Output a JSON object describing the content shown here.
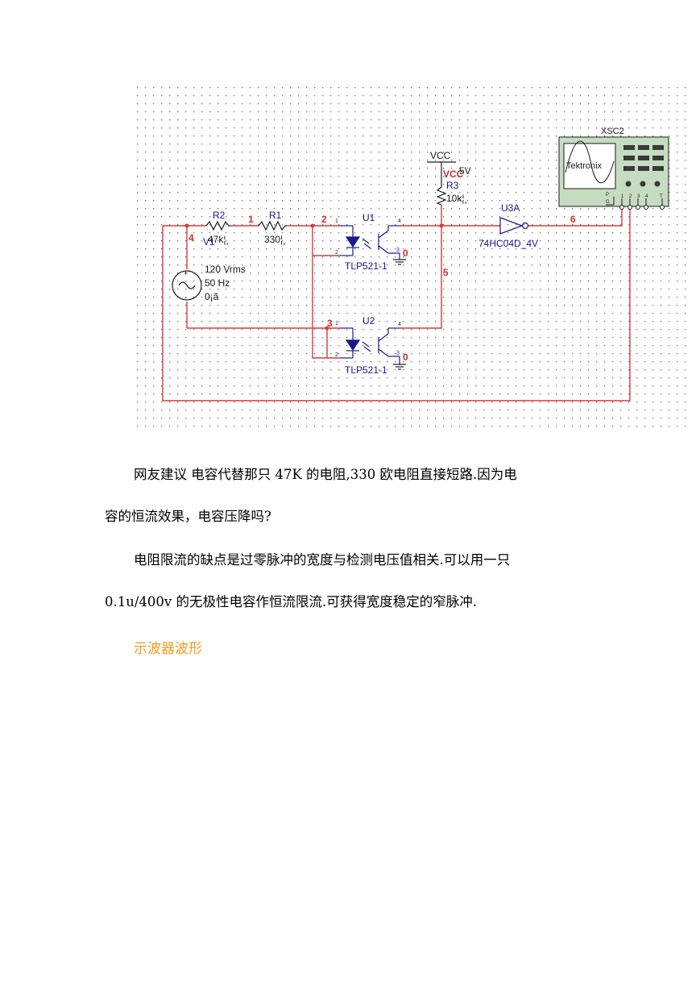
{
  "schematic": {
    "scope_label": "XSC2",
    "scope_brand": "Tektronix",
    "scope_channels": [
      "P",
      "G",
      "1",
      "2",
      "3",
      "4",
      "T"
    ],
    "vcc_label": "VCC",
    "vcc_ref": "VCC",
    "vcc_value": "5V",
    "r3_ref": "R3",
    "r3_value": "10k¦¸",
    "r2_ref": "R2",
    "r2_value": "47k¦¸",
    "r1_ref": "R1",
    "r1_value": "330¦¸",
    "v1_ref": "V1",
    "v1_line1": "120 Vrms",
    "v1_line2": "50 Hz",
    "v1_line3": "0¡ã",
    "u1_ref": "U1",
    "u2_ref": "U2",
    "opto_part": "TLP521-1",
    "u3_ref": "U3A",
    "u3_part": "74HC04D_4V",
    "nets": [
      "1",
      "2",
      "3",
      "4",
      "5",
      "6",
      "0",
      "0"
    ],
    "pins": [
      "1",
      "2",
      "4",
      "3",
      "1",
      "2",
      "4",
      "3"
    ],
    "colors": {
      "wire": "#d43b3b",
      "part": "#1a1a8c",
      "net": "#c83232",
      "grid": "#6a6a6a",
      "scope_bg": "#c6dcc1"
    }
  },
  "paragraphs": {
    "p1_line1": "网友建议 电容代替那只 47K 的电阻,330 欧电阻直接短路.因为电",
    "p1_line2": "容的恒流效果，电容压降吗?",
    "p2_line1": "电阻限流的缺点是过零脉冲的宽度与检测电压值相关.可以用一只",
    "p2_line2": "0.1u/400v 的无极性电容作恒流限流.可获得宽度稳定的窄脉冲."
  },
  "section_heading": "示波器波形"
}
